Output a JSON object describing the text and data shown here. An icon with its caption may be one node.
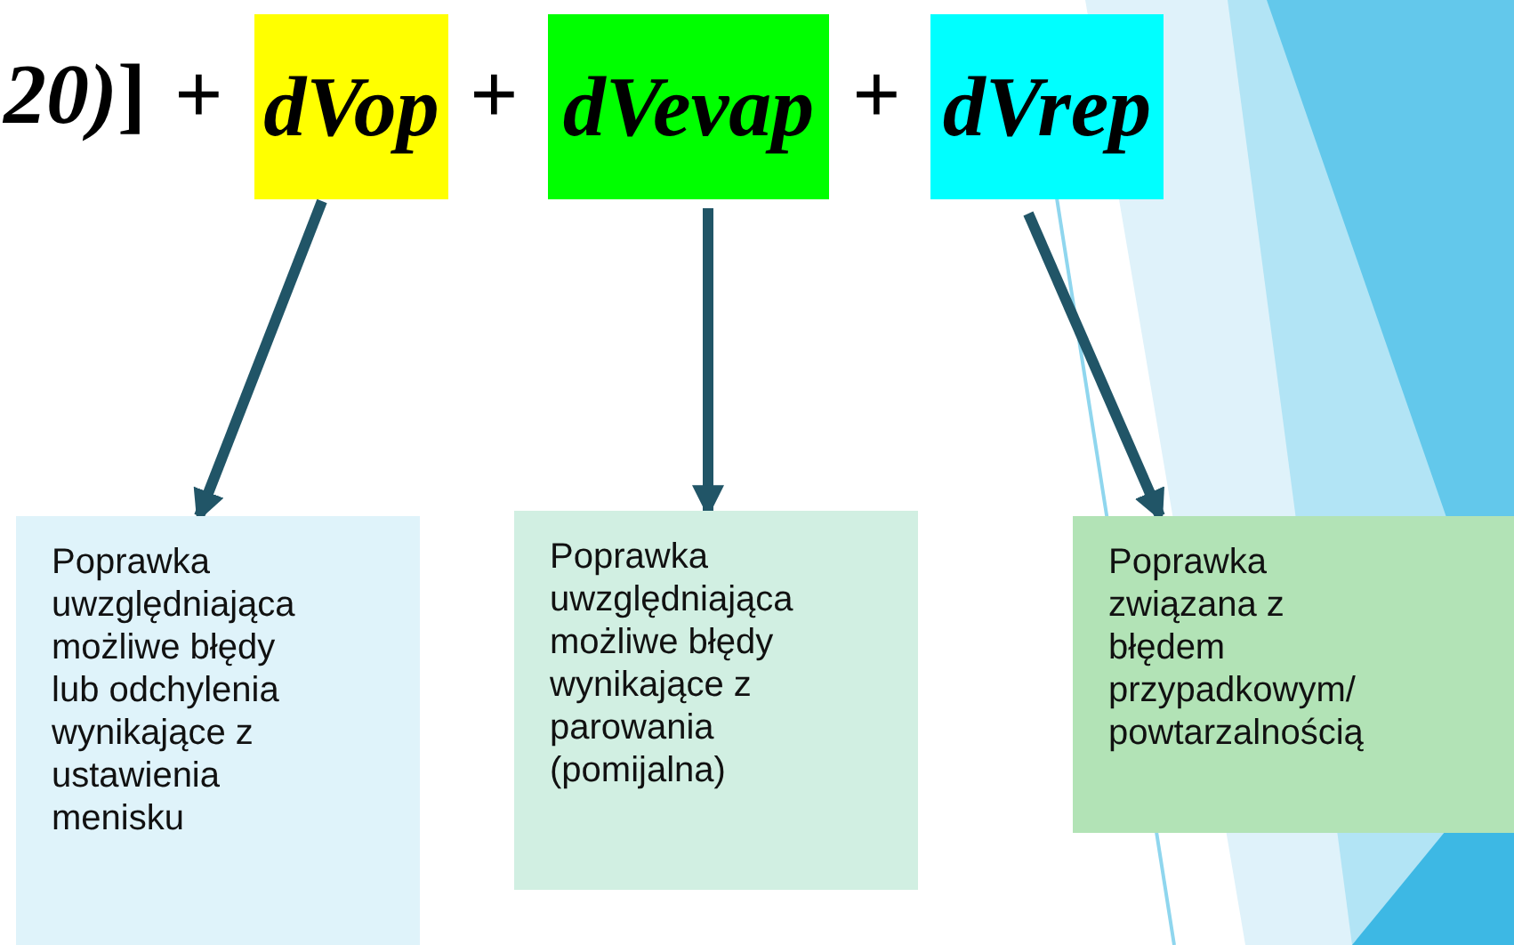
{
  "diagram": {
    "nodes": [
      {
        "text": [
          "dVop"
        ]
      },
      {
        "text": [
          "dVevap"
        ]
      },
      {
        "text": [
          "dVrep"
        ]
      },
      {
        "text": [
          "Poprawka uwzględniająca możliwe błędy lub odchylenia wynikające z ustawienia menisku"
        ]
      },
      {
        "text": [
          "Poprawka uwzględniająca możliwe błędy wynikające z parowania (pomijalna)"
        ]
      },
      {
        "text": [
          "Poprawka związana z błędem przypadkowym/ powtarzalnością"
        ]
      }
    ],
    "edges": [
      {
        "from": 0,
        "to": 3,
        "arrow": "to"
      },
      {
        "from": 1,
        "to": 4,
        "arrow": "to"
      },
      {
        "from": 2,
        "to": 5,
        "arrow": "to"
      }
    ],
    "labels": [
      "*20)*]",
      "+",
      "+",
      "+"
    ]
  }
}
